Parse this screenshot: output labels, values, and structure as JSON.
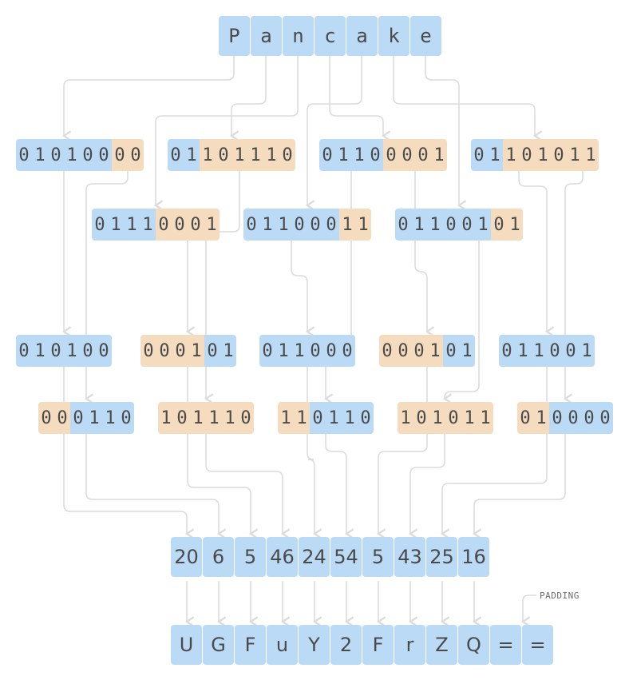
{
  "letters": [
    "P",
    "a",
    "n",
    "c",
    "a",
    "k",
    "e"
  ],
  "bytes": [
    {
      "bits": "01010000",
      "split": 6
    },
    {
      "bits": "01101110",
      "split": 2
    },
    {
      "bits": "01110001",
      "split": 4
    },
    {
      "bits": "01100001",
      "split": 4
    },
    {
      "bits": "01100011",
      "split": 6
    },
    {
      "bits": "01101011",
      "split": 2
    },
    {
      "bits": "01100101",
      "split": 6
    }
  ],
  "sextets": [
    {
      "bits": "010100",
      "split_orange_first": 0
    },
    {
      "bits": "000110",
      "split_orange_first": 2
    },
    {
      "bits": "000101",
      "split_orange_first": 4
    },
    {
      "bits": "101110",
      "split_orange_first": 6
    },
    {
      "bits": "011000",
      "split_orange_first": 0
    },
    {
      "bits": "110110",
      "split_orange_first": 2
    },
    {
      "bits": "000101",
      "split_orange_first": 4
    },
    {
      "bits": "101011",
      "split_orange_first": 6
    },
    {
      "bits": "011001",
      "split_orange_first": 0
    },
    {
      "bits": "010000",
      "split_orange_first": 2
    }
  ],
  "indices": [
    "20",
    "6",
    "5",
    "46",
    "24",
    "54",
    "5",
    "43",
    "25",
    "16"
  ],
  "output": [
    "U",
    "G",
    "F",
    "u",
    "Y",
    "2",
    "F",
    "r",
    "Z",
    "Q",
    "=",
    "="
  ],
  "padding_label": "PADDING",
  "colors": {
    "blue": "#bbdaf5",
    "orange": "#f5dcbe",
    "wire": "#dcdcdc",
    "text": "#4a4a4a"
  }
}
